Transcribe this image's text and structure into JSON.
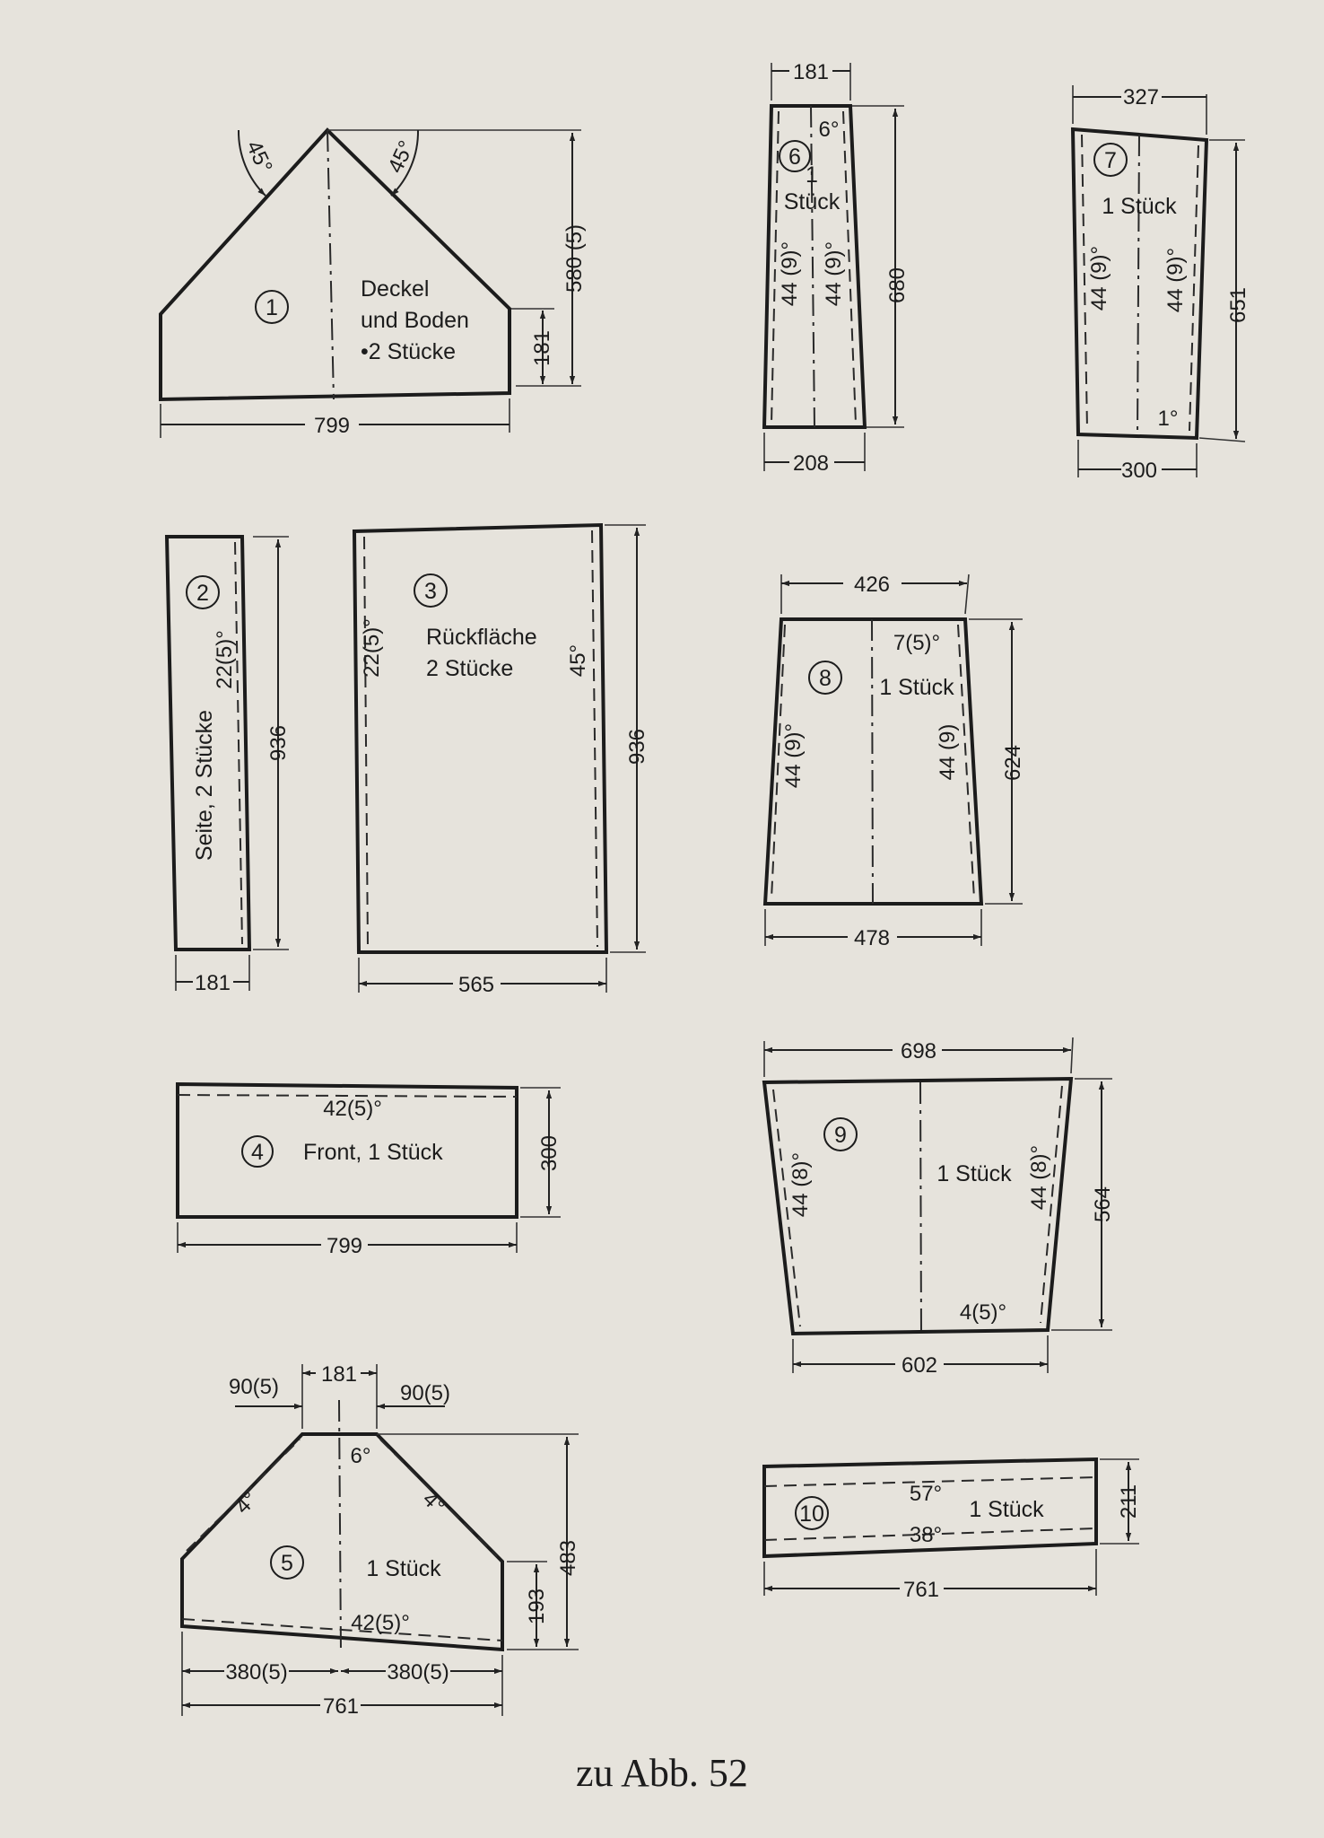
{
  "caption": "zu Abb. 52",
  "parts": {
    "p1": {
      "number": "1",
      "label1": "Deckel",
      "label2": "und Boden",
      "label3": "•2 Stücke",
      "angle_left": "45°",
      "angle_right": "45°",
      "width": "799",
      "height": "580 (5)",
      "side": "181"
    },
    "p2": {
      "number": "2",
      "label": "Seite, 2 Stücke",
      "edge": "22(5)°",
      "height": "936",
      "width": "181"
    },
    "p3": {
      "number": "3",
      "label1": "Rückfläche",
      "label2": "2 Stücke",
      "edge_left": "22(5)°",
      "edge_right": "45°",
      "height": "936",
      "width": "565"
    },
    "p4": {
      "number": "4",
      "label": "Front, 1 Stück",
      "edge": "42(5)°",
      "height": "300",
      "width": "799"
    },
    "p5": {
      "number": "5",
      "label": "1 Stück",
      "angle_top": "6°",
      "angle_left": "4°",
      "angle_right": "4°",
      "edge_bottom": "42(5)°",
      "top": "181",
      "top_left": "90(5)",
      "top_right": "90(5)",
      "height": "483",
      "side": "193",
      "bottom_left": "380(5)",
      "bottom_right": "380(5)",
      "width": "761"
    },
    "p6": {
      "number": "6",
      "label1": "1",
      "label2": "Stück",
      "angle_top": "6°",
      "edge_left": "44 (9)°",
      "edge_right": "44 (9)°",
      "top": "181",
      "height": "680",
      "bottom": "208"
    },
    "p7": {
      "number": "7",
      "label": "1 Stück",
      "edge_left": "44 (9)°",
      "edge_right": "44 (9)°",
      "angle_bottom": "1°",
      "top": "327",
      "height": "651",
      "bottom": "300"
    },
    "p8": {
      "number": "8",
      "label": "1 Stück",
      "edge_top": "7(5)°",
      "edge_left": "44 (9)°",
      "edge_right": "44 (9)",
      "top": "426",
      "height": "624",
      "bottom": "478"
    },
    "p9": {
      "number": "9",
      "label": "1 Stück",
      "edge_left": "44 (8)°",
      "edge_right": "44 (8)°",
      "edge_bottom": "4(5)°",
      "top": "698",
      "height": "564",
      "bottom": "602"
    },
    "p10": {
      "number": "10",
      "label": "1 Stück",
      "angle_top": "57°",
      "angle_bottom": "38°",
      "height": "211",
      "width": "761"
    }
  },
  "colors": {
    "ink": "#1c1c1c",
    "paper": "#e6e3dc"
  }
}
